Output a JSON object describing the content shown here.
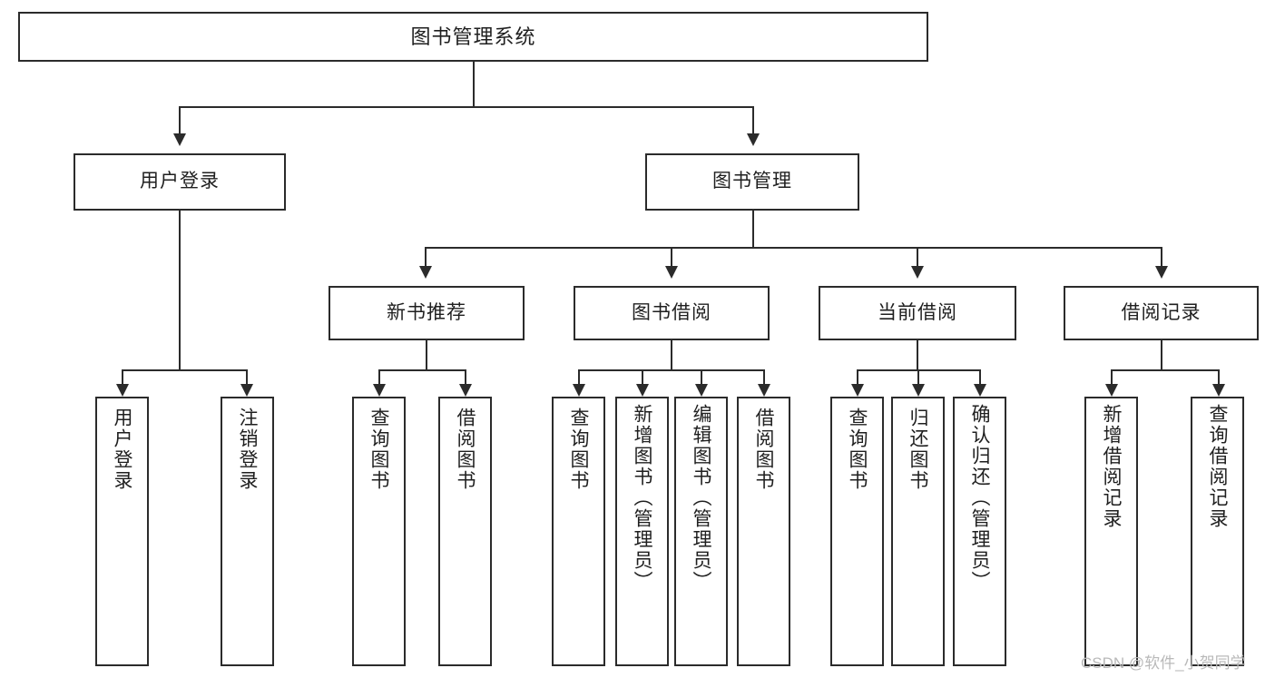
{
  "diagram": {
    "title": "图书管理系统",
    "type": "tree-hierarchy-chart",
    "watermark": "CSDN @软件_小贺同学",
    "colors": {
      "stroke": "#2b2b2b",
      "fill": "#ffffff",
      "text": "#1f1f1f",
      "watermark": "#b9b9b9"
    }
  },
  "root": {
    "label": "图书管理系统"
  },
  "level2": [
    {
      "id": "user-login",
      "label": "用户登录"
    },
    {
      "id": "book-manage",
      "label": "图书管理"
    }
  ],
  "level3": [
    {
      "id": "new-book-recommend",
      "label": "新书推荐"
    },
    {
      "id": "book-borrow",
      "label": "图书借阅"
    },
    {
      "id": "current-borrow",
      "label": "当前借阅"
    },
    {
      "id": "borrow-record",
      "label": "借阅记录"
    }
  ],
  "leaves": {
    "user_login": [
      {
        "id": "leaf-user-login",
        "label": "用户登录"
      },
      {
        "id": "leaf-logout-login",
        "label": "注销登录"
      }
    ],
    "new_book_recommend": [
      {
        "id": "leaf-query-book-1",
        "label": "查询图书"
      },
      {
        "id": "leaf-borrow-book-1",
        "label": "借阅图书"
      }
    ],
    "book_borrow": [
      {
        "id": "leaf-query-book-2",
        "label": "查询图书"
      },
      {
        "id": "leaf-add-book",
        "label": "新增图书（管理员）"
      },
      {
        "id": "leaf-edit-book",
        "label": "编辑图书（管理员）"
      },
      {
        "id": "leaf-borrow-book-2",
        "label": "借阅图书"
      }
    ],
    "current_borrow": [
      {
        "id": "leaf-query-book-3",
        "label": "查询图书"
      },
      {
        "id": "leaf-return-book",
        "label": "归还图书"
      },
      {
        "id": "leaf-confirm-return",
        "label": "确认归还（管理员）"
      }
    ],
    "borrow_record": [
      {
        "id": "leaf-add-record",
        "label": "新增借阅记录"
      },
      {
        "id": "leaf-query-record",
        "label": "查询借阅记录"
      }
    ]
  }
}
